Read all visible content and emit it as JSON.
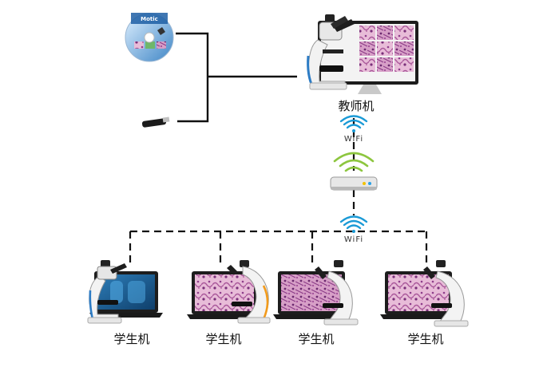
{
  "teacher": {
    "label": "教师机"
  },
  "wifi_top": {
    "label": "WiFi"
  },
  "wifi_bottom": {
    "label": "WiFi"
  },
  "cd": {
    "brand": "Motic"
  },
  "students": [
    {
      "label": "学生机"
    },
    {
      "label": "学生机"
    },
    {
      "label": "学生机"
    },
    {
      "label": "学生机"
    }
  ],
  "colors": {
    "wifi": "#1a9ad6",
    "router_signal": "#8dc63f",
    "line": "#111111",
    "tissue": "#d9a6c8"
  }
}
